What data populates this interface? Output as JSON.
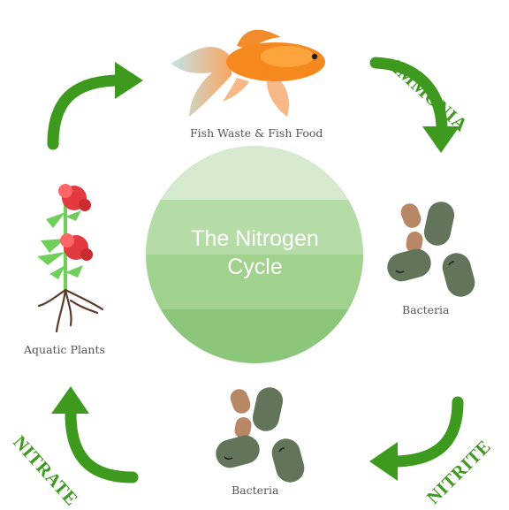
{
  "center": {
    "title_line1": "The Nitrogen",
    "title_line2": "Cycle"
  },
  "nodes": {
    "fish": {
      "label": "Fish Waste & Fish Food"
    },
    "bacteria_right": {
      "label": "Bacteria"
    },
    "bacteria_bottom": {
      "label": "Bacteria"
    },
    "plants": {
      "label": "Aquatic Plants"
    }
  },
  "stages": {
    "ammonia": "AMMONIA",
    "nitrite": "NITRITE",
    "nitrate": "NITRATE"
  },
  "colors": {
    "arrow": "#3e9a1e",
    "circle_bands": [
      "#d6eacf",
      "#b5dba7",
      "#a0d28e",
      "#8bc67a"
    ],
    "bacteria_green": "#62755a",
    "bacteria_brown": "#b88766",
    "fish": "#f5891e",
    "flower": "#e23a3d",
    "leaf": "#6fcf5a",
    "root": "#5a3b2a"
  },
  "icons": [
    "fish-icon",
    "bacteria-icon",
    "plant-icon",
    "cycle-arrow-icon"
  ]
}
